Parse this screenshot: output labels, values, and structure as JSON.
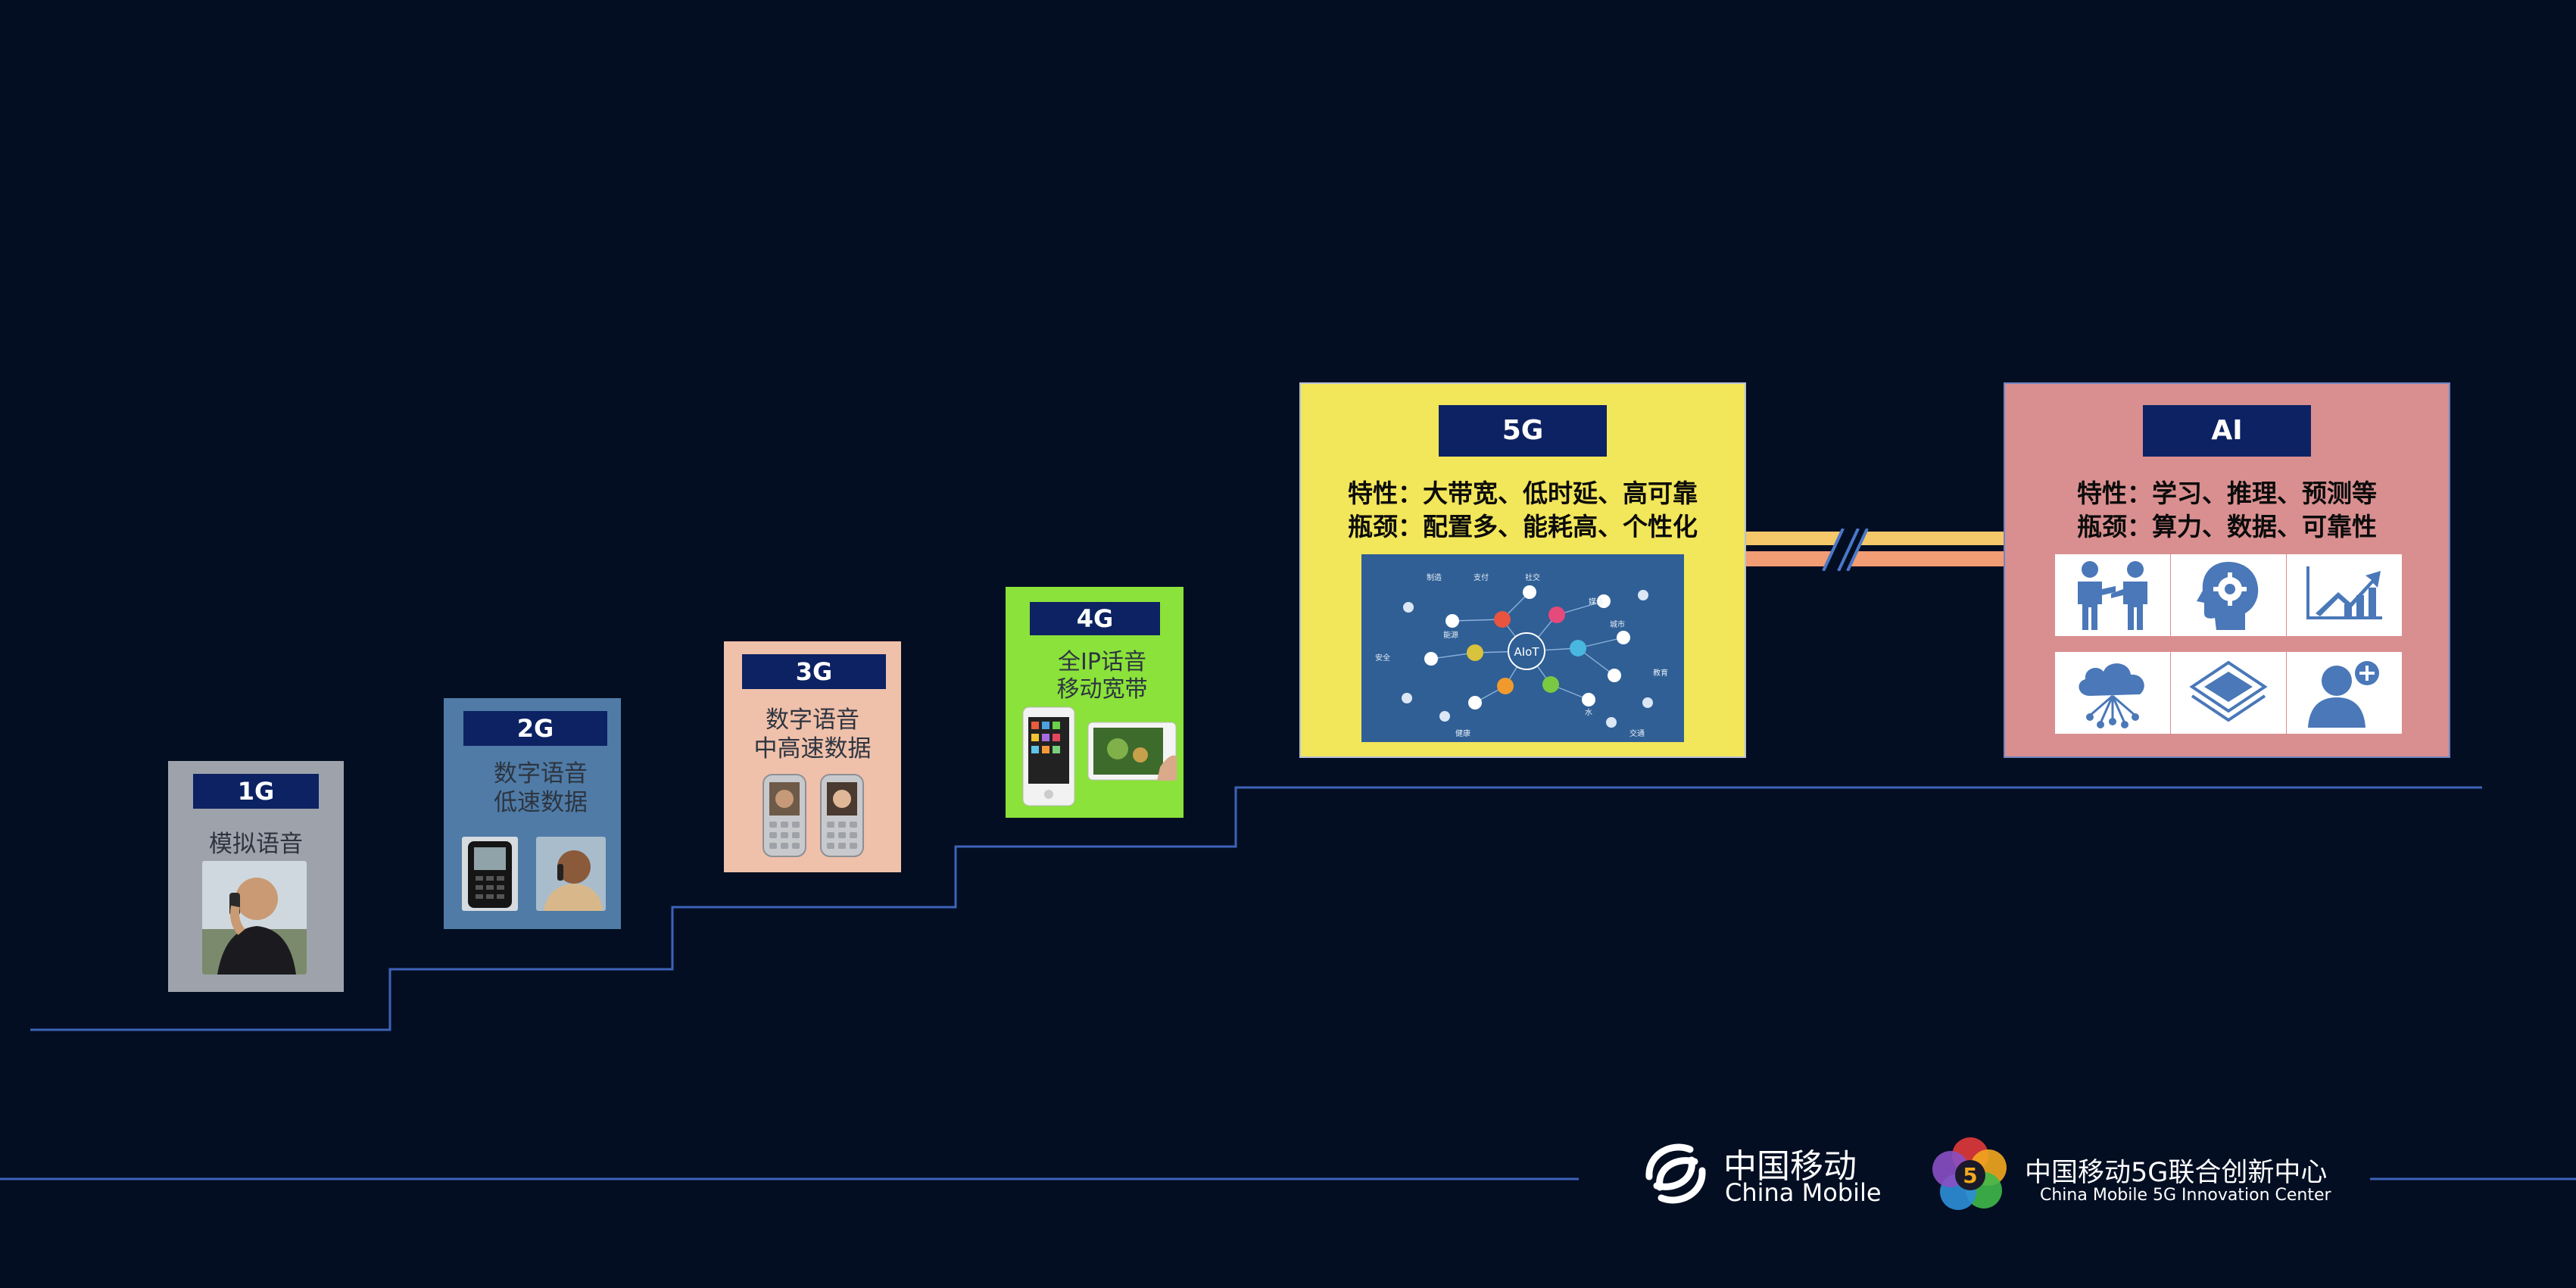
{
  "slide": {
    "background": "#030e22",
    "line_color": "#3d63b8"
  },
  "generations": [
    {
      "id": "1g",
      "label": "1G",
      "lines": [
        "模拟语音"
      ],
      "card_color": "#9ea3ab"
    },
    {
      "id": "2g",
      "label": "2G",
      "lines": [
        "数字语音",
        "低速数据"
      ],
      "card_color": "#4f7ba6"
    },
    {
      "id": "3g",
      "label": "3G",
      "lines": [
        "数字语音",
        "中高速数据"
      ],
      "card_color": "#efc0aa"
    },
    {
      "id": "4g",
      "label": "4G",
      "lines": [
        "全IP话音",
        "移动宽带"
      ],
      "card_color": "#8ae23a"
    }
  ],
  "g5": {
    "label": "5G",
    "feature_line": "特性：大带宽、低时延、高可靠",
    "bottleneck_line": "瓶颈：配置多、能耗高、个性化",
    "card_color": "#f2e65a",
    "diagram": {
      "center": "AIoT",
      "nodes": [
        "制造",
        "支付",
        "社交",
        "媒体",
        "安全",
        "能源",
        "教育",
        "健康",
        "交通",
        "城市",
        "水"
      ],
      "bg": "#2f5f95"
    }
  },
  "ai": {
    "label": "AI",
    "feature_line": "特性：学习、推理、预测等",
    "bottleneck_line": "瓶颈：算力、数据、可靠性",
    "card_color": "#d98f90",
    "icons": [
      "people-meeting-icon",
      "head-gear-icon",
      "growth-chart-icon",
      "cloud-network-icon",
      "chip-layers-icon",
      "user-add-icon"
    ],
    "icon_color": "#4a78b8"
  },
  "connector": {
    "colors": [
      "#f5c86a",
      "#f29d74"
    ]
  },
  "footer": {
    "china_mobile_cn": "中国移动",
    "china_mobile_en": "China Mobile",
    "center_cn": "中国移动5G联合创新中心",
    "center_en": "China Mobile 5G Innovation Center"
  }
}
